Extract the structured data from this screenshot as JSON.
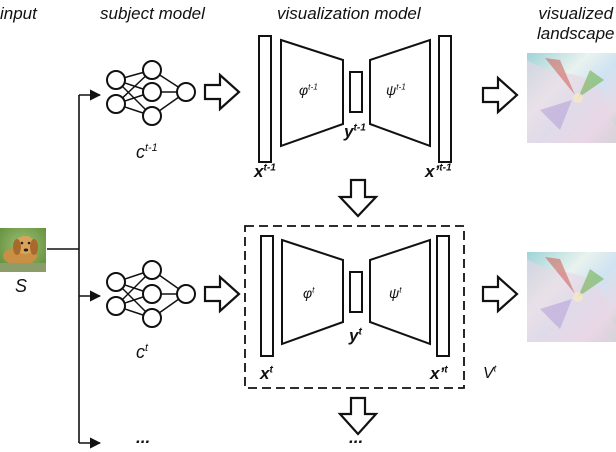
{
  "headers": {
    "input": "input",
    "subject_model": "subject model",
    "visualization_model": "visualization model",
    "visualized": "visualized",
    "landscape": "landscape"
  },
  "labels": {
    "input": "S",
    "c_prev": {
      "base": "c",
      "sup": "t-1"
    },
    "c_curr": {
      "base": "c",
      "sup": "t"
    },
    "phi_prev": {
      "base": "φ",
      "sup": "t-1"
    },
    "psi_prev": {
      "base": "ψ",
      "sup": "t-1"
    },
    "y_prev": {
      "base": "y",
      "sup": "t-1"
    },
    "x_prev": {
      "base": "x",
      "sup": "t-1"
    },
    "xprime_prev": {
      "base": "x’",
      "sup": "t-1"
    },
    "phi_curr": {
      "base": "φ",
      "sup": "t"
    },
    "psi_curr": {
      "base": "ψ",
      "sup": "t"
    },
    "y_curr": {
      "base": "y",
      "sup": "t"
    },
    "x_curr": {
      "base": "x",
      "sup": "t"
    },
    "xprime_curr": {
      "base": "x’",
      "sup": "t"
    },
    "v_curr": {
      "base": "V",
      "sup": "t"
    },
    "ellipsis": "..."
  }
}
